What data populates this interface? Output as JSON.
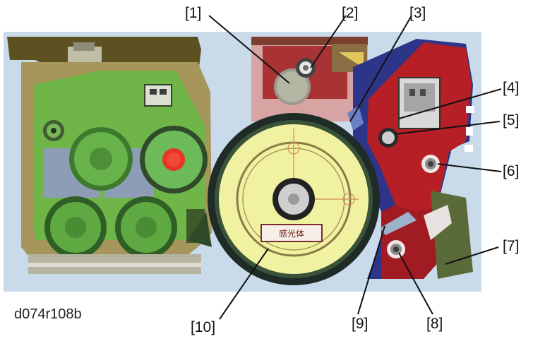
{
  "figure_id": "d074r108b",
  "drum_marking": "感光体",
  "callouts": [
    {
      "number": "1",
      "label": "[1]"
    },
    {
      "number": "2",
      "label": "[2]"
    },
    {
      "number": "3",
      "label": "[3]"
    },
    {
      "number": "4",
      "label": "[4]"
    },
    {
      "number": "5",
      "label": "[5]"
    },
    {
      "number": "6",
      "label": "[6]"
    },
    {
      "number": "7",
      "label": "[7]"
    },
    {
      "number": "8",
      "label": "[8]"
    },
    {
      "number": "9",
      "label": "[9]"
    },
    {
      "number": "10",
      "label": "[10]"
    }
  ],
  "colors": {
    "background": "#c4d8ea",
    "drum_yellow": "#f0f2a2",
    "drum_rim": "#1f2b26",
    "developer_green": "#5aa63e",
    "frame_tan": "#a7965c",
    "cleaning_red": "#b51f25",
    "charge_unit_navy": "#2d3588",
    "toner_red": "#e8332a"
  }
}
